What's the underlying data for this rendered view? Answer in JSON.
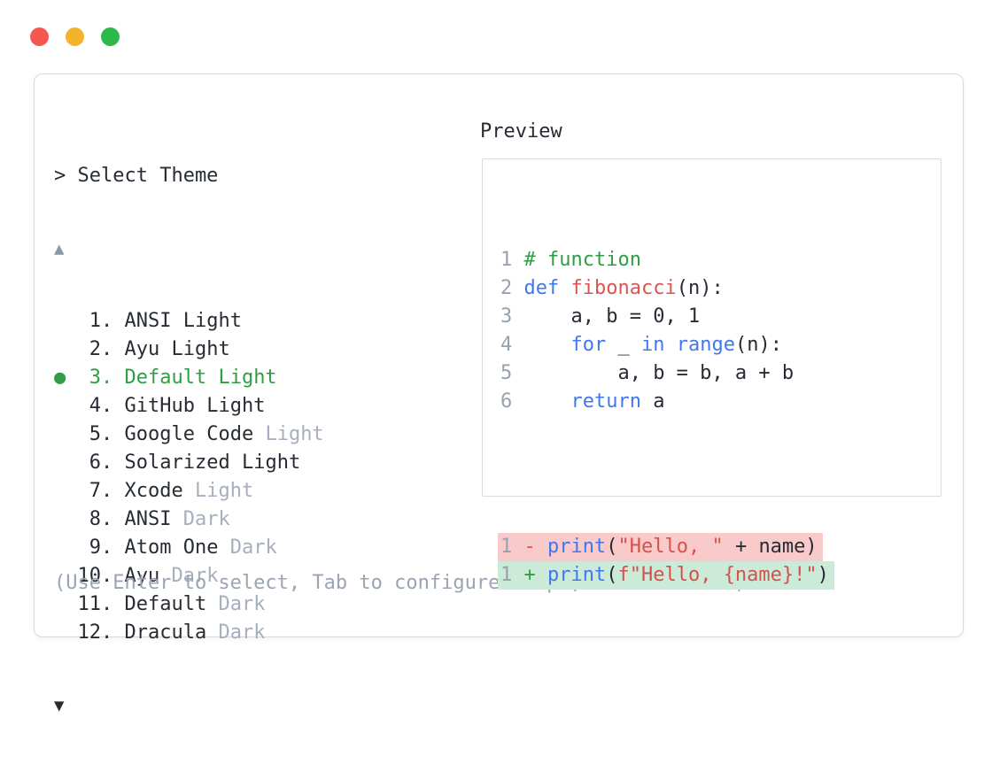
{
  "window": {
    "traffic_lights": [
      {
        "name": "close-button",
        "color": "#f4584e"
      },
      {
        "name": "minimize-button",
        "color": "#f3b32b"
      },
      {
        "name": "maximize-button",
        "color": "#2db84a"
      }
    ]
  },
  "theme_picker": {
    "prompt": "> Select Theme",
    "scroll_up_indicator": "▲",
    "scroll_down_indicator": "▼",
    "selected_bullet": "●",
    "selected_theme": "Default Light",
    "items": [
      {
        "num": "1.",
        "name": "ANSI",
        "variant": "Light",
        "muted": false,
        "selected": false
      },
      {
        "num": "2.",
        "name": "Ayu",
        "variant": "Light",
        "muted": false,
        "selected": false
      },
      {
        "num": "3.",
        "name": "Default",
        "variant": "Light",
        "muted": false,
        "selected": true
      },
      {
        "num": "4.",
        "name": "GitHub",
        "variant": "Light",
        "muted": false,
        "selected": false
      },
      {
        "num": "5.",
        "name": "Google Code",
        "variant": "Light",
        "muted": true,
        "selected": false
      },
      {
        "num": "6.",
        "name": "Solarized",
        "variant": "Light",
        "muted": false,
        "selected": false
      },
      {
        "num": "7.",
        "name": "Xcode",
        "variant": "Light",
        "muted": true,
        "selected": false
      },
      {
        "num": "8.",
        "name": "ANSI",
        "variant": "Dark",
        "muted": true,
        "selected": false
      },
      {
        "num": "9.",
        "name": "Atom One",
        "variant": "Dark",
        "muted": true,
        "selected": false
      },
      {
        "num": "10.",
        "name": "Ayu",
        "variant": "Dark",
        "muted": true,
        "selected": false
      },
      {
        "num": "11.",
        "name": "Default",
        "variant": "Dark",
        "muted": true,
        "selected": false
      },
      {
        "num": "12.",
        "name": "Dracula",
        "variant": "Dark",
        "muted": true,
        "selected": false
      }
    ],
    "footer_hint": "(Use Enter to select, Tab to configure scope, Esc to close)"
  },
  "preview": {
    "title": "Preview",
    "code_lines": [
      {
        "num": "1",
        "tokens": [
          {
            "t": "# function",
            "y": "com"
          }
        ]
      },
      {
        "num": "2",
        "tokens": [
          {
            "t": "def",
            "y": "kw"
          },
          {
            "t": " ",
            "y": "pl"
          },
          {
            "t": "fibonacci",
            "y": "fn"
          },
          {
            "t": "(n):",
            "y": "pl"
          }
        ]
      },
      {
        "num": "3",
        "tokens": [
          {
            "t": "    a, b = 0, 1",
            "y": "pl"
          }
        ]
      },
      {
        "num": "4",
        "tokens": [
          {
            "t": "    ",
            "y": "pl"
          },
          {
            "t": "for",
            "y": "kw"
          },
          {
            "t": " _ ",
            "y": "pl"
          },
          {
            "t": "in",
            "y": "kw"
          },
          {
            "t": " ",
            "y": "pl"
          },
          {
            "t": "range",
            "y": "kw"
          },
          {
            "t": "(n):",
            "y": "pl"
          }
        ]
      },
      {
        "num": "5",
        "tokens": [
          {
            "t": "        a, b = b, a + b",
            "y": "pl"
          }
        ]
      },
      {
        "num": "6",
        "tokens": [
          {
            "t": "    ",
            "y": "pl"
          },
          {
            "t": "return",
            "y": "kw"
          },
          {
            "t": " a",
            "y": "pl"
          }
        ]
      }
    ],
    "diff_lines": [
      {
        "num": "1",
        "sign": "-",
        "kind": "removed",
        "tokens": [
          {
            "t": "print",
            "y": "kw"
          },
          {
            "t": "(",
            "y": "pl"
          },
          {
            "t": "\"Hello, \"",
            "y": "str"
          },
          {
            "t": " + name)",
            "y": "pl"
          }
        ]
      },
      {
        "num": "1",
        "sign": "+",
        "kind": "added",
        "tokens": [
          {
            "t": "print",
            "y": "kw"
          },
          {
            "t": "(",
            "y": "pl"
          },
          {
            "t": "f\"Hello, {name}!\"",
            "y": "str"
          },
          {
            "t": ")",
            "y": "pl"
          }
        ]
      }
    ]
  },
  "colors": {
    "text_dark": "#272c33",
    "text_muted": "#a6afbd",
    "footer_gray": "#9aa4b4",
    "line_number_gray": "#98a1ae",
    "selection_green": "#2f9e44",
    "keyword_blue": "#4077f2",
    "function_red": "#dc544f",
    "string_red": "#d5514d",
    "comment_green": "#2f9e44",
    "diff_removed_bg": "#f8caca",
    "diff_added_bg": "#ccead8",
    "panel_border": "#d5d9df",
    "preview_border": "#d9dce1"
  }
}
